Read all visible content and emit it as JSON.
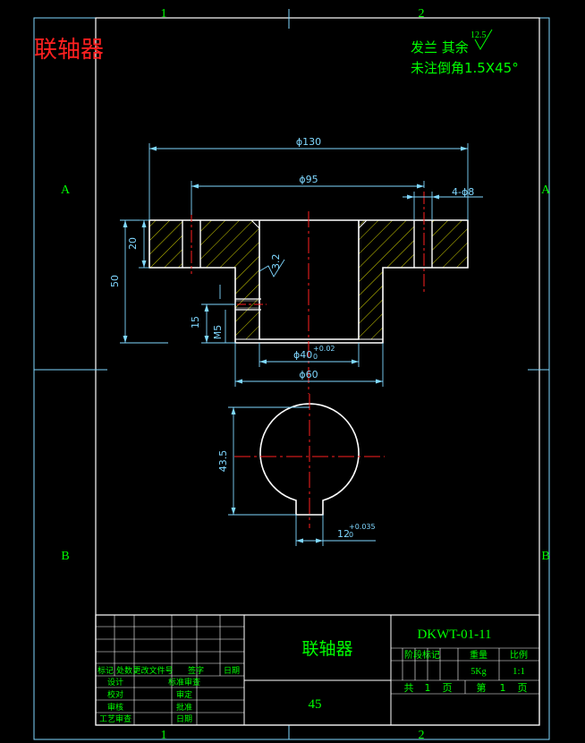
{
  "drawing": {
    "title_red": "联轴器",
    "note_flange": "发兰 其余",
    "note_flange_roughness": "12.5",
    "note_chamfer": "未注倒角1.5X45°",
    "roughness_bore": "3.2"
  },
  "border": {
    "zone_cols": [
      "1",
      "2"
    ],
    "zone_rows": [
      "A",
      "B"
    ]
  },
  "dims": {
    "d130": "ϕ130",
    "d95": "ϕ95",
    "holes": "4-ϕ8",
    "h20": "20",
    "h50": "50",
    "h15": "15",
    "m5": "M5",
    "d40": "ϕ40",
    "d40_tol_up": "+0.02",
    "d40_tol_low": "0",
    "d60": "ϕ60",
    "h43_5": "43.5",
    "w12": "12",
    "w12_tol_up": "+0.035",
    "w12_tol_low": "0"
  },
  "title_block": {
    "part_name": "联轴器",
    "drawing_no": "DKWT-01-11",
    "material": "45",
    "hdr_stage": "阶段标记",
    "hdr_weight": "重量",
    "hdr_scale": "比例",
    "weight": "5Kg",
    "scale": "1:1",
    "sheet_total_a": "共",
    "sheet_total_n": "1",
    "sheet_total_b": "页",
    "sheet_no_a": "第",
    "sheet_no_n": "1",
    "sheet_no_b": "页",
    "rev_headers": [
      "标记",
      "处数",
      "更改文件号",
      "签字",
      "日期"
    ],
    "roles_left": [
      "设计",
      "校对",
      "审核",
      "工艺审查"
    ],
    "roles_right": [
      "标准审查",
      "审定",
      "批准",
      "日期"
    ]
  }
}
